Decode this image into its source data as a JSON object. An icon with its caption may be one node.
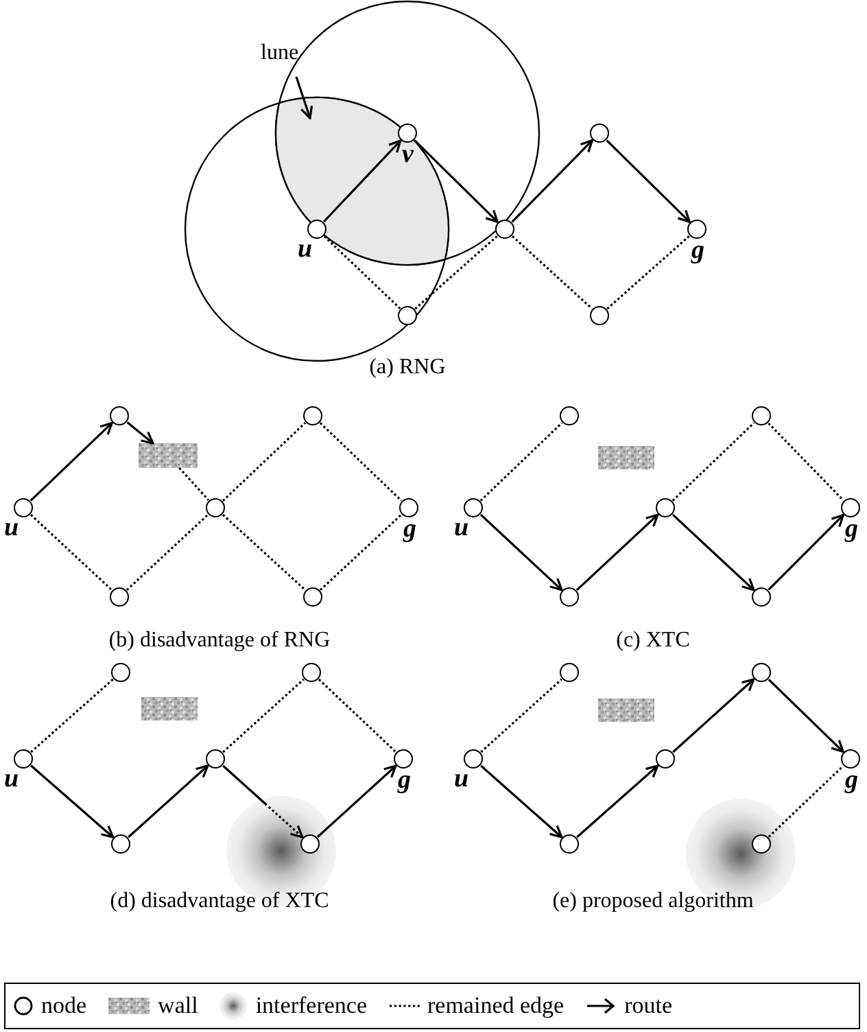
{
  "diagram": {
    "nodes": [
      {
        "text": [
          "lune"
        ]
      },
      {
        "text": [],
        "shape": "circle",
        "beside": [
          "v"
        ]
      },
      {
        "text": [],
        "shape": "circle"
      },
      {
        "text": [],
        "shape": "circle",
        "beside": [
          "u"
        ]
      },
      {
        "text": [],
        "shape": "circle"
      },
      {
        "text": [],
        "shape": "circle",
        "beside": [
          "g"
        ]
      },
      {
        "text": [],
        "shape": "circle"
      },
      {
        "text": [],
        "shape": "circle"
      },
      {
        "text": [],
        "shape": "circle"
      },
      {
        "text": [],
        "shape": "circle"
      },
      {
        "text": [],
        "shape": "box"
      },
      {
        "text": [],
        "shape": "circle",
        "beside": [
          "u"
        ]
      },
      {
        "text": [],
        "shape": "circle"
      },
      {
        "text": [],
        "shape": "circle",
        "beside": [
          "g"
        ]
      },
      {
        "text": [],
        "shape": "circle"
      },
      {
        "text": [],
        "shape": "circle"
      },
      {
        "text": [],
        "shape": "circle"
      },
      {
        "text": [],
        "shape": "circle"
      },
      {
        "text": [],
        "shape": "circle",
        "beside": [
          "u"
        ]
      },
      {
        "text": [],
        "shape": "circle"
      },
      {
        "text": [],
        "shape": "circle",
        "beside": [
          "g"
        ]
      },
      {
        "text": [],
        "shape": "circle"
      },
      {
        "text": [],
        "shape": "circle"
      },
      {
        "text": [],
        "shape": "circle"
      },
      {
        "text": [],
        "shape": "circle"
      },
      {
        "text": [],
        "shape": "circle",
        "beside": [
          "u"
        ]
      },
      {
        "text": [],
        "shape": "circle"
      },
      {
        "text": [],
        "shape": "circle",
        "beside": [
          "g"
        ]
      },
      {
        "text": [],
        "shape": "circle"
      },
      {
        "text": [],
        "shape": "circle"
      },
      {
        "text": [],
        "shape": "circle"
      },
      {
        "text": [],
        "shape": "circle"
      },
      {
        "text": [],
        "shape": "circle",
        "beside": [
          "u"
        ]
      },
      {
        "text": [],
        "shape": "circle"
      },
      {
        "text": [],
        "shape": "circle",
        "beside": [
          "g"
        ]
      },
      {
        "text": [],
        "shape": "circle"
      },
      {
        "text": [],
        "shape": "circle"
      },
      {
        "text": [],
        "shape": "box"
      },
      {
        "text": [],
        "shape": "box"
      },
      {
        "text": [],
        "shape": "box"
      }
    ],
    "edges": [
      {
        "from": 0,
        "to": null,
        "arrow": "to"
      },
      {
        "from": 3,
        "to": 1,
        "arrow": "to"
      },
      {
        "from": 1,
        "to": 4,
        "arrow": "to"
      },
      {
        "from": 4,
        "to": 2,
        "arrow": "to"
      },
      {
        "from": 2,
        "to": 5,
        "arrow": "to"
      },
      {
        "from": 3,
        "to": 6,
        "arrow": "none",
        "style": "dashed"
      },
      {
        "from": 6,
        "to": 4,
        "arrow": "none",
        "style": "dashed"
      },
      {
        "from": 4,
        "to": 7,
        "arrow": "none",
        "style": "dashed"
      },
      {
        "from": 7,
        "to": 5,
        "arrow": "none",
        "style": "dashed"
      },
      {
        "from": 11,
        "to": 8,
        "arrow": "to"
      },
      {
        "from": 8,
        "to": 10,
        "arrow": "to"
      },
      {
        "from": 10,
        "to": 12,
        "arrow": "none",
        "style": "dashed"
      },
      {
        "from": 11,
        "to": 14,
        "arrow": "none",
        "style": "dashed"
      },
      {
        "from": 14,
        "to": 12,
        "arrow": "none",
        "style": "dashed"
      },
      {
        "from": 12,
        "to": 9,
        "arrow": "none",
        "style": "dashed"
      },
      {
        "from": 9,
        "to": 13,
        "arrow": "none",
        "style": "dashed"
      },
      {
        "from": 12,
        "to": 15,
        "arrow": "none",
        "style": "dashed"
      },
      {
        "from": 15,
        "to": 13,
        "arrow": "none",
        "style": "dashed"
      },
      {
        "from": 18,
        "to": 16,
        "arrow": "none",
        "style": "dashed"
      },
      {
        "from": 18,
        "to": 21,
        "arrow": "to"
      },
      {
        "from": 21,
        "to": 19,
        "arrow": "to"
      },
      {
        "from": 19,
        "to": 17,
        "arrow": "none",
        "style": "dashed"
      },
      {
        "from": 17,
        "to": 20,
        "arrow": "none",
        "style": "dashed"
      },
      {
        "from": 19,
        "to": 22,
        "arrow": "to"
      },
      {
        "from": 22,
        "to": 20,
        "arrow": "to"
      },
      {
        "from": 25,
        "to": 23,
        "arrow": "none",
        "style": "dashed"
      },
      {
        "from": 25,
        "to": 28,
        "arrow": "to"
      },
      {
        "from": 28,
        "to": 26,
        "arrow": "to"
      },
      {
        "from": 26,
        "to": 24,
        "arrow": "none",
        "style": "dashed"
      },
      {
        "from": 24,
        "to": 27,
        "arrow": "none",
        "style": "dashed"
      },
      {
        "from": 26,
        "to": 29,
        "arrow": "to",
        "style": "dashed"
      },
      {
        "from": 29,
        "to": 27,
        "arrow": "to"
      },
      {
        "from": 32,
        "to": 30,
        "arrow": "none",
        "style": "dashed"
      },
      {
        "from": 32,
        "to": 35,
        "arrow": "to"
      },
      {
        "from": 35,
        "to": 33,
        "arrow": "to"
      },
      {
        "from": 33,
        "to": 31,
        "arrow": "to"
      },
      {
        "from": 31,
        "to": 34,
        "arrow": "to"
      },
      {
        "from": 36,
        "to": 34,
        "arrow": "none",
        "style": "dashed"
      }
    ],
    "labels": [
      "(a) RNG",
      "(b) disadvantage of RNG",
      "(c) XTC",
      "(d) disadvantage of XTC",
      "(e) proposed algorithm"
    ],
    "legend": [
      {
        "text": "node"
      },
      {
        "text": "wall"
      },
      {
        "text": "interference"
      },
      {
        "text": "remained edge"
      },
      {
        "text": "route"
      }
    ]
  }
}
